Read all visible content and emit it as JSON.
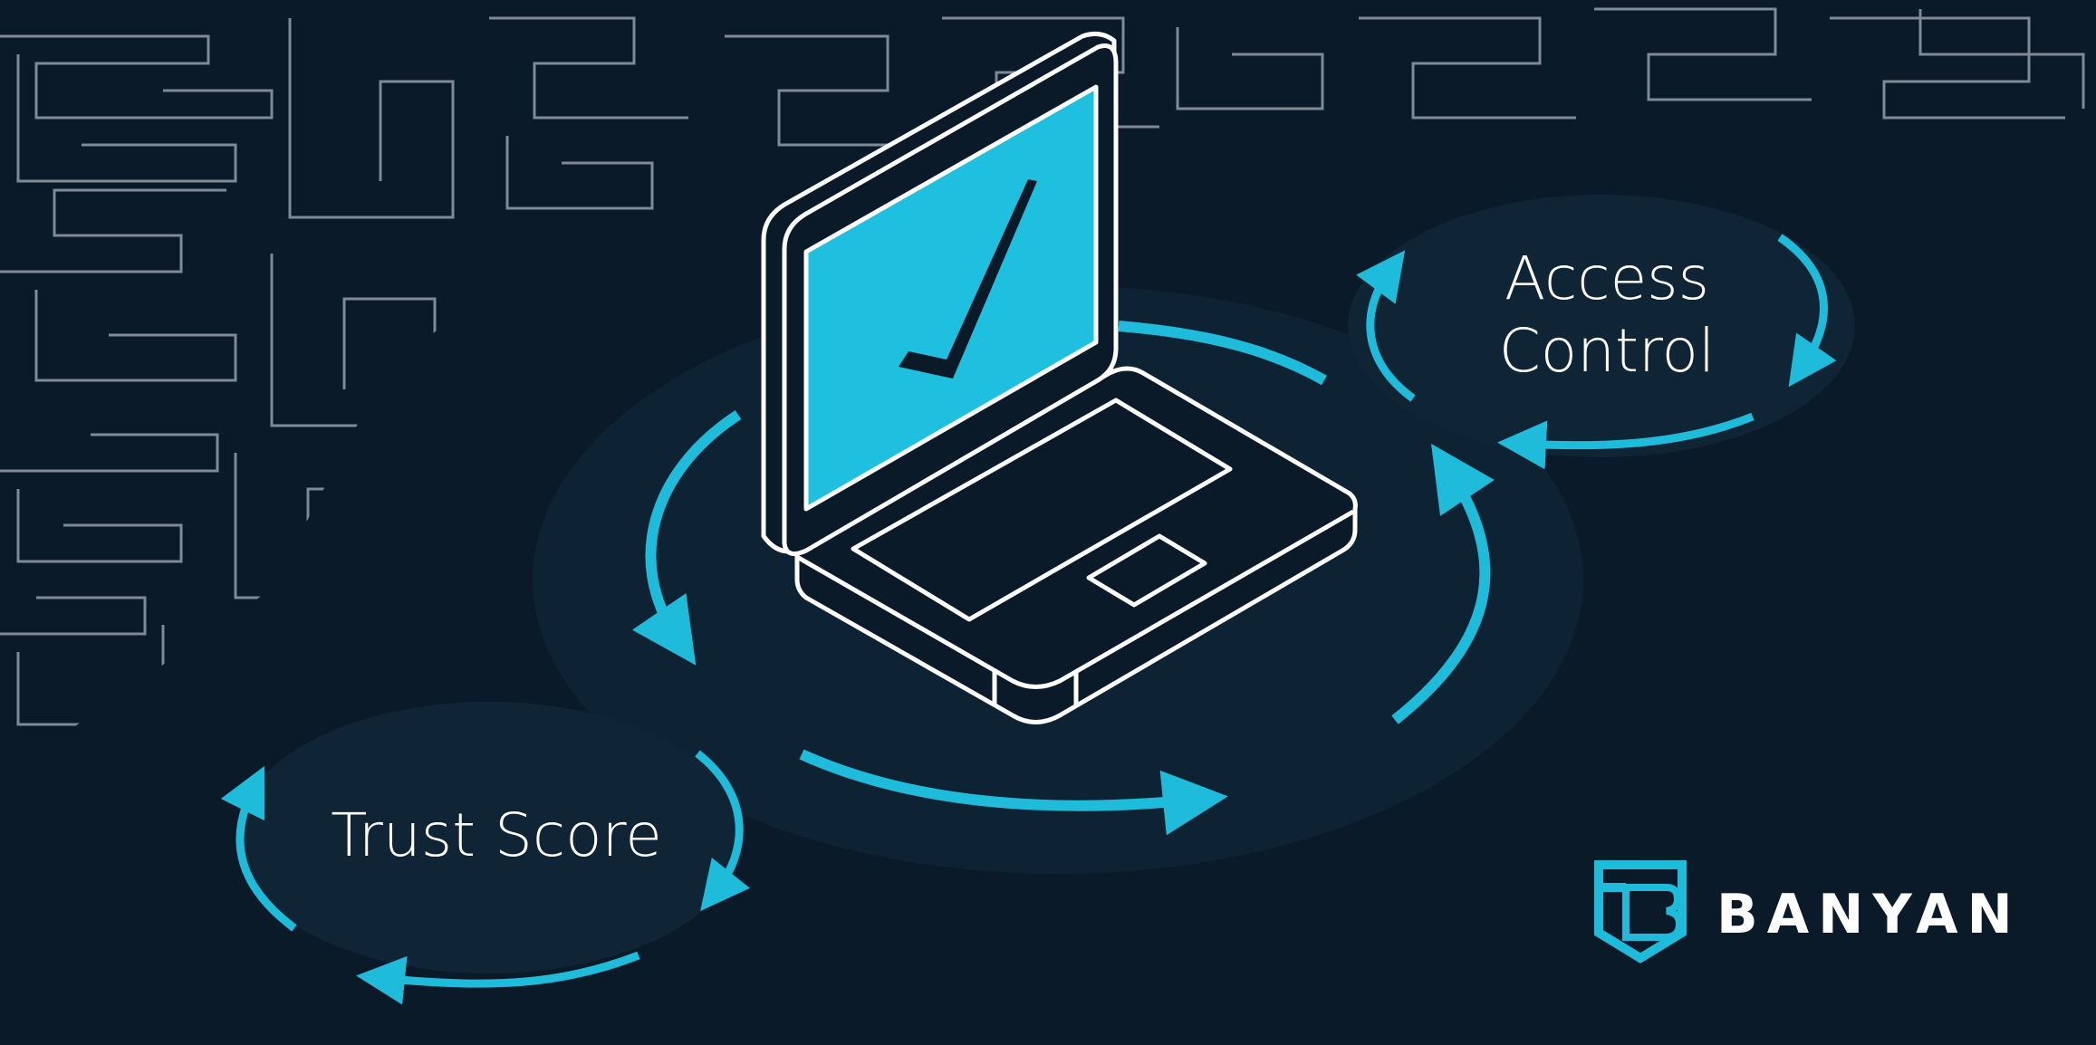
{
  "labels": {
    "trust_score": "Trust Score",
    "access_control_line1": "Access",
    "access_control_line2": "Control"
  },
  "brand": {
    "name": "BANYAN",
    "logo_icon": "banyan-shield-b-icon"
  },
  "icons": {
    "device": "laptop-icon",
    "screen_mark": "checkmark-icon",
    "cycle": "circular-arrows-icon"
  },
  "colors": {
    "background": "#0b1a28",
    "ellipse": "#0f2535",
    "ellipse_main": "#0d2233",
    "accent": "#1fbbdb",
    "maze_line": "#8b97a3",
    "outline": "#ffffff"
  }
}
